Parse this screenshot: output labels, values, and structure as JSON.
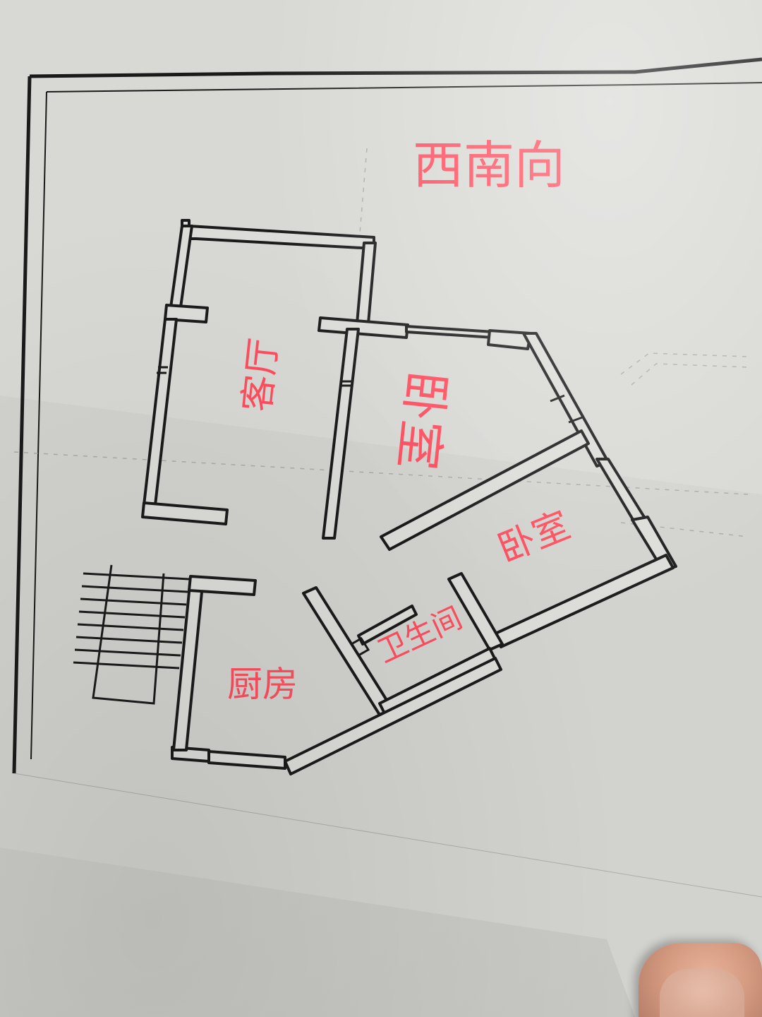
{
  "orientation_label": "西南向",
  "rooms": {
    "living_room": "客厅",
    "bedroom_top": "卧室",
    "bedroom_right": "卧室",
    "bathroom": "卫生间",
    "kitchen": "厨房"
  },
  "colors": {
    "label": "#ff4d5e",
    "wall_line": "#1b1b1b",
    "paper": "#d7d7d3"
  }
}
